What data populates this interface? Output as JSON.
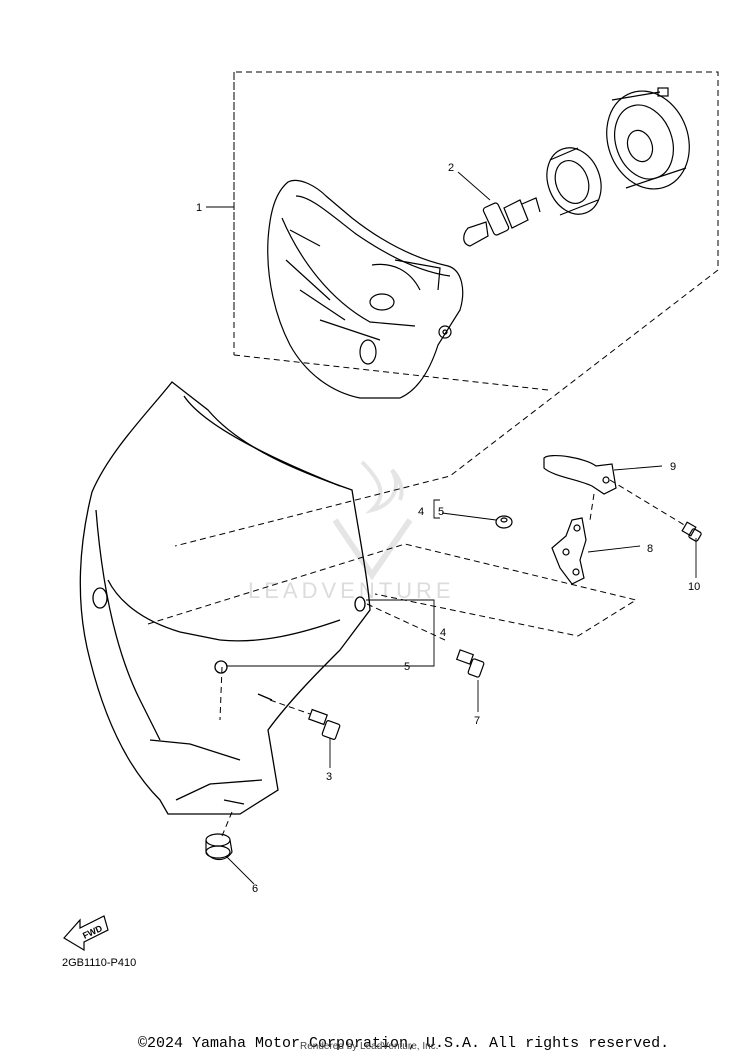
{
  "callouts": {
    "c1": "1",
    "c2": "2",
    "c3": "3",
    "c4a": "4",
    "c4b": "4",
    "c5a": "5",
    "c5b": "5",
    "c6": "6",
    "c7": "7",
    "c8": "8",
    "c9": "9",
    "c10": "10"
  },
  "diagram_code": "2GB1110-P410",
  "fwd_label": "FWD",
  "watermark": "LEADVENTURE",
  "copyright": "©2024 Yamaha Motor Corporation, U.S.A. All rights reserved.",
  "rendered_by": "Rendered by LeadVenture, Inc."
}
